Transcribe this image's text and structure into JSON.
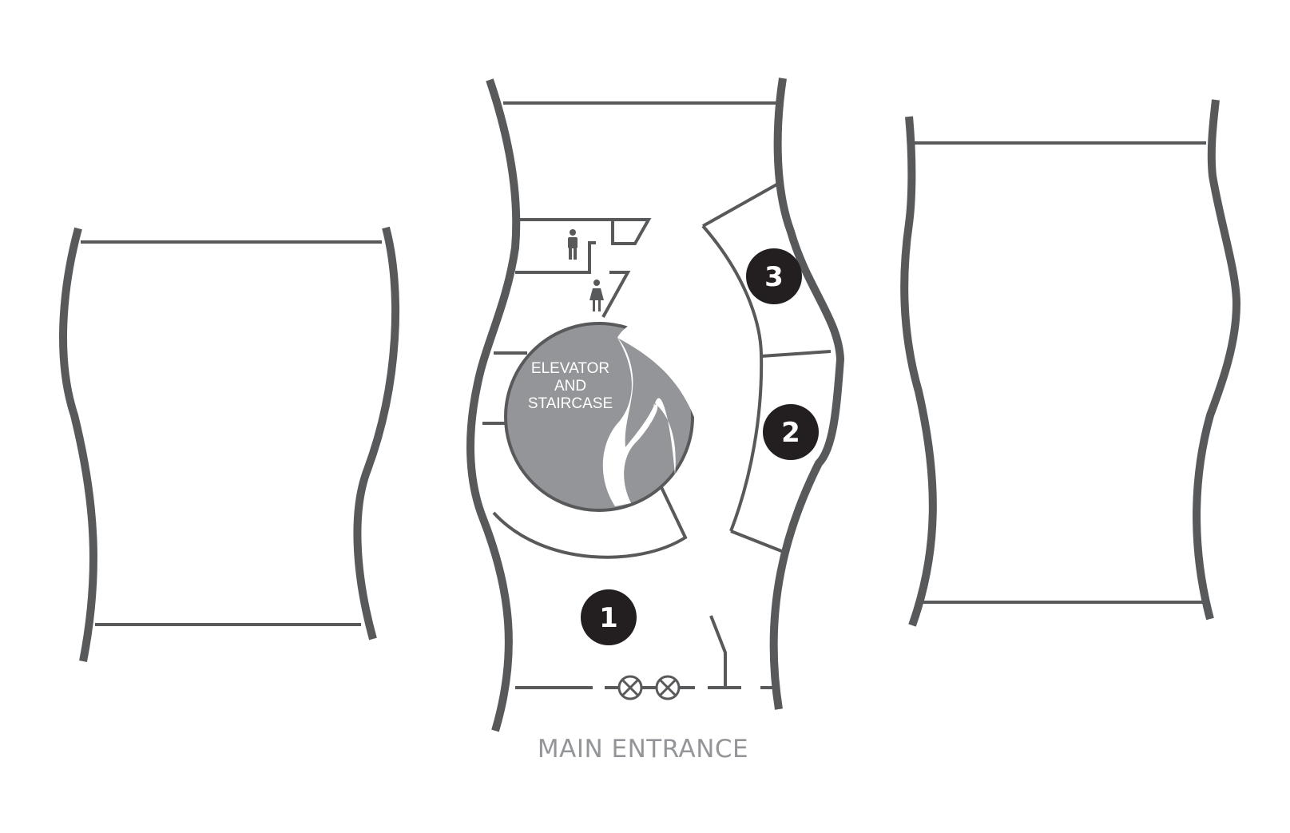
{
  "core": {
    "line1": "ELEVATOR",
    "line2": "AND",
    "line3": "STAIRCASE"
  },
  "rooms": [
    {
      "label": "1"
    },
    {
      "label": "2"
    },
    {
      "label": "3"
    }
  ],
  "entrance": {
    "label": "MAIN ENTRANCE"
  },
  "restrooms": [
    {
      "icon": "man-restroom-icon"
    },
    {
      "icon": "woman-restroom-icon"
    }
  ],
  "colors": {
    "wall": "#58595b",
    "core": "#939598",
    "badge": "#231f20",
    "entrance_text": "#939598",
    "background": "#ffffff"
  }
}
